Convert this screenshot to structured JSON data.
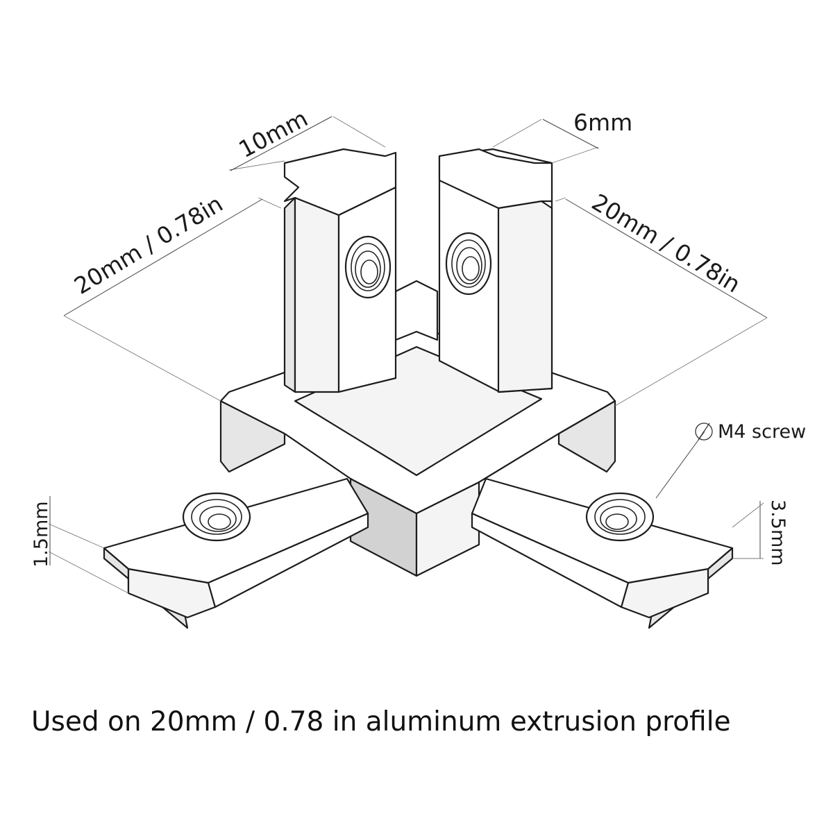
{
  "dimensions": {
    "top_width": "10mm",
    "slot_width": "6mm",
    "left_length": "20mm / 0.78in",
    "right_length": "20mm / 0.78in",
    "screw": "M4 screw",
    "thickness_left": "1.5mm",
    "thickness_right": "3.5mm"
  },
  "caption": "Used on 20mm / 0.78 in aluminum extrusion profile",
  "colors": {
    "line": "#1c1c1c",
    "background": "#ffffff"
  }
}
